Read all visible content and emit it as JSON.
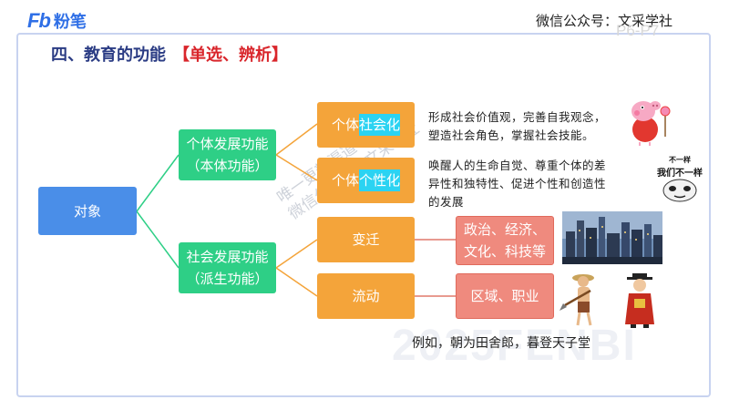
{
  "header": {
    "logo_mark": "Fb",
    "logo_text": "粉笔",
    "wechat": "微信公众号：文采学社",
    "pages": "P6-P7"
  },
  "title": {
    "main": "四、教育的功能",
    "tag": "【单选、辨析】"
  },
  "nodes": {
    "root": "对象",
    "individual_line1": "个体发展功能",
    "individual_line2": "（本体功能）",
    "social_line1": "社会发展功能",
    "social_line2": "（派生功能）",
    "socialize_pre": "个体",
    "socialize_hl": "社会化",
    "personalize_pre": "个体",
    "personalize_hl": "个性化",
    "change": "变迁",
    "mobility": "流动",
    "change_detail_line1": "政治、经济、",
    "change_detail_line2": "文化、科技等",
    "mobility_detail": "区域、职业"
  },
  "descriptions": {
    "socialize_line1": "形成社会价值观，完善自我观念，",
    "socialize_line2": "塑造社会角色，掌握社会技能。",
    "personalize_line1": "唤醒人的生命自觉、尊重个体的差",
    "personalize_line2": "异性和独特性、促进个性和创造性",
    "personalize_line3": "的发展"
  },
  "example": "例如，朝为田舍郎，暮登天子堂",
  "meme": {
    "line1": "不一样",
    "line2": "我们不一样"
  },
  "watermark": {
    "bottom": "2025FENBI",
    "diag_line1": "唯一更新渠道",
    "diag_line2": "微信公众号：文采学社"
  },
  "colors": {
    "blue": "#4a8ee8",
    "green": "#2ecf86",
    "orange": "#f4a43a",
    "salmon": "#ef8a7e",
    "highlight": "#2bd3f2",
    "title": "#2b3c84",
    "tag": "#d9252b"
  }
}
